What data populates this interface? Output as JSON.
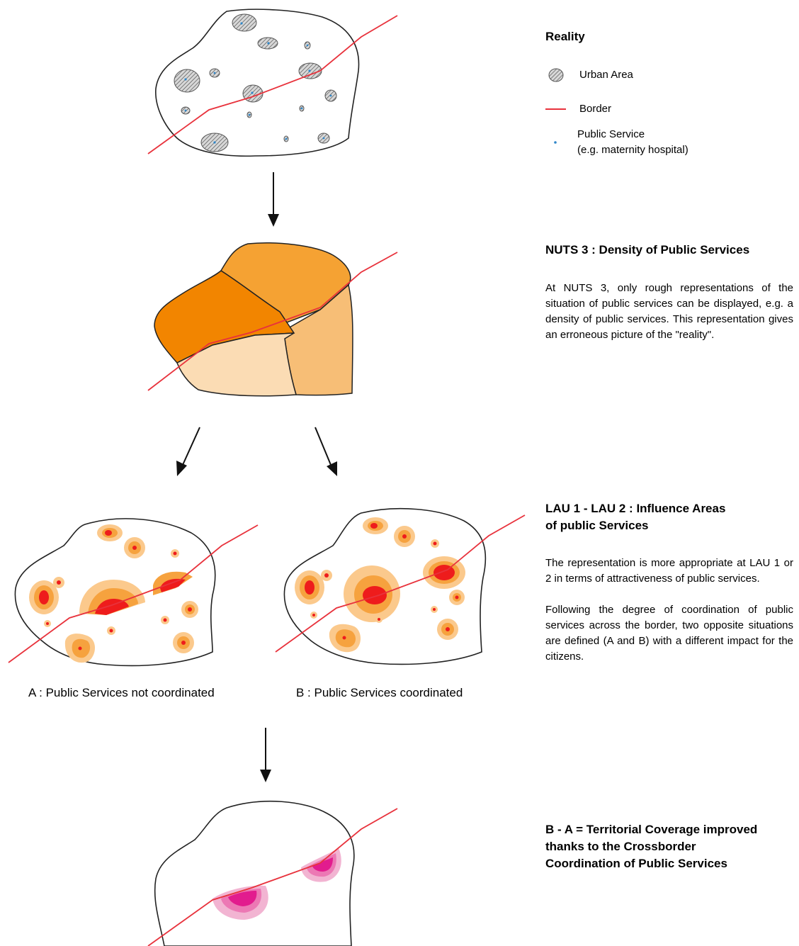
{
  "legend": {
    "title": "Reality",
    "urban_area": "Urban Area",
    "border": "Border",
    "public_service": "Public Service",
    "public_service_example": "(e.g. maternity hospital)"
  },
  "nuts3": {
    "title": "NUTS 3 : Density of Public Services",
    "text": "At NUTS 3, only rough representations of the situation of public services can be displayed, e.g. a density of public services. This representation gives an erroneous picture of the \"reality\"."
  },
  "lau": {
    "title_line1": "LAU 1 - LAU 2 : Influence Areas",
    "title_line2": "of public Services",
    "text1": "The representation is more appropriate at LAU 1 or 2 in terms of attractiveness of public services.",
    "text2": "Following the degree of coordination of public services across the border, two opposite situations are defined (A and B) with a different impact for the citizens."
  },
  "captions": {
    "a": "A : Public Services not coordinated",
    "b": "B : Public Services coordinated"
  },
  "result": {
    "title_line1": "B - A = Territorial Coverage improved",
    "title_line2": "thanks to the Crossborder",
    "title_line3": "Coordination of Public Services"
  },
  "colors": {
    "border_line": "#e8323c",
    "outline": "#222222",
    "nuts_dark": "#f28500",
    "nuts_mid": "#f5a233",
    "nuts_light": "#f7be76",
    "nuts_pale": "#fbdcb4",
    "influence_outer": "#fbc98c",
    "influence_mid": "#f6a23e",
    "influence_core": "#ee1c1c",
    "service_dot": "#2f86c8",
    "gain_outer": "#f2b4d2",
    "gain_mid": "#ec78b4",
    "gain_core": "#e21c8e"
  }
}
